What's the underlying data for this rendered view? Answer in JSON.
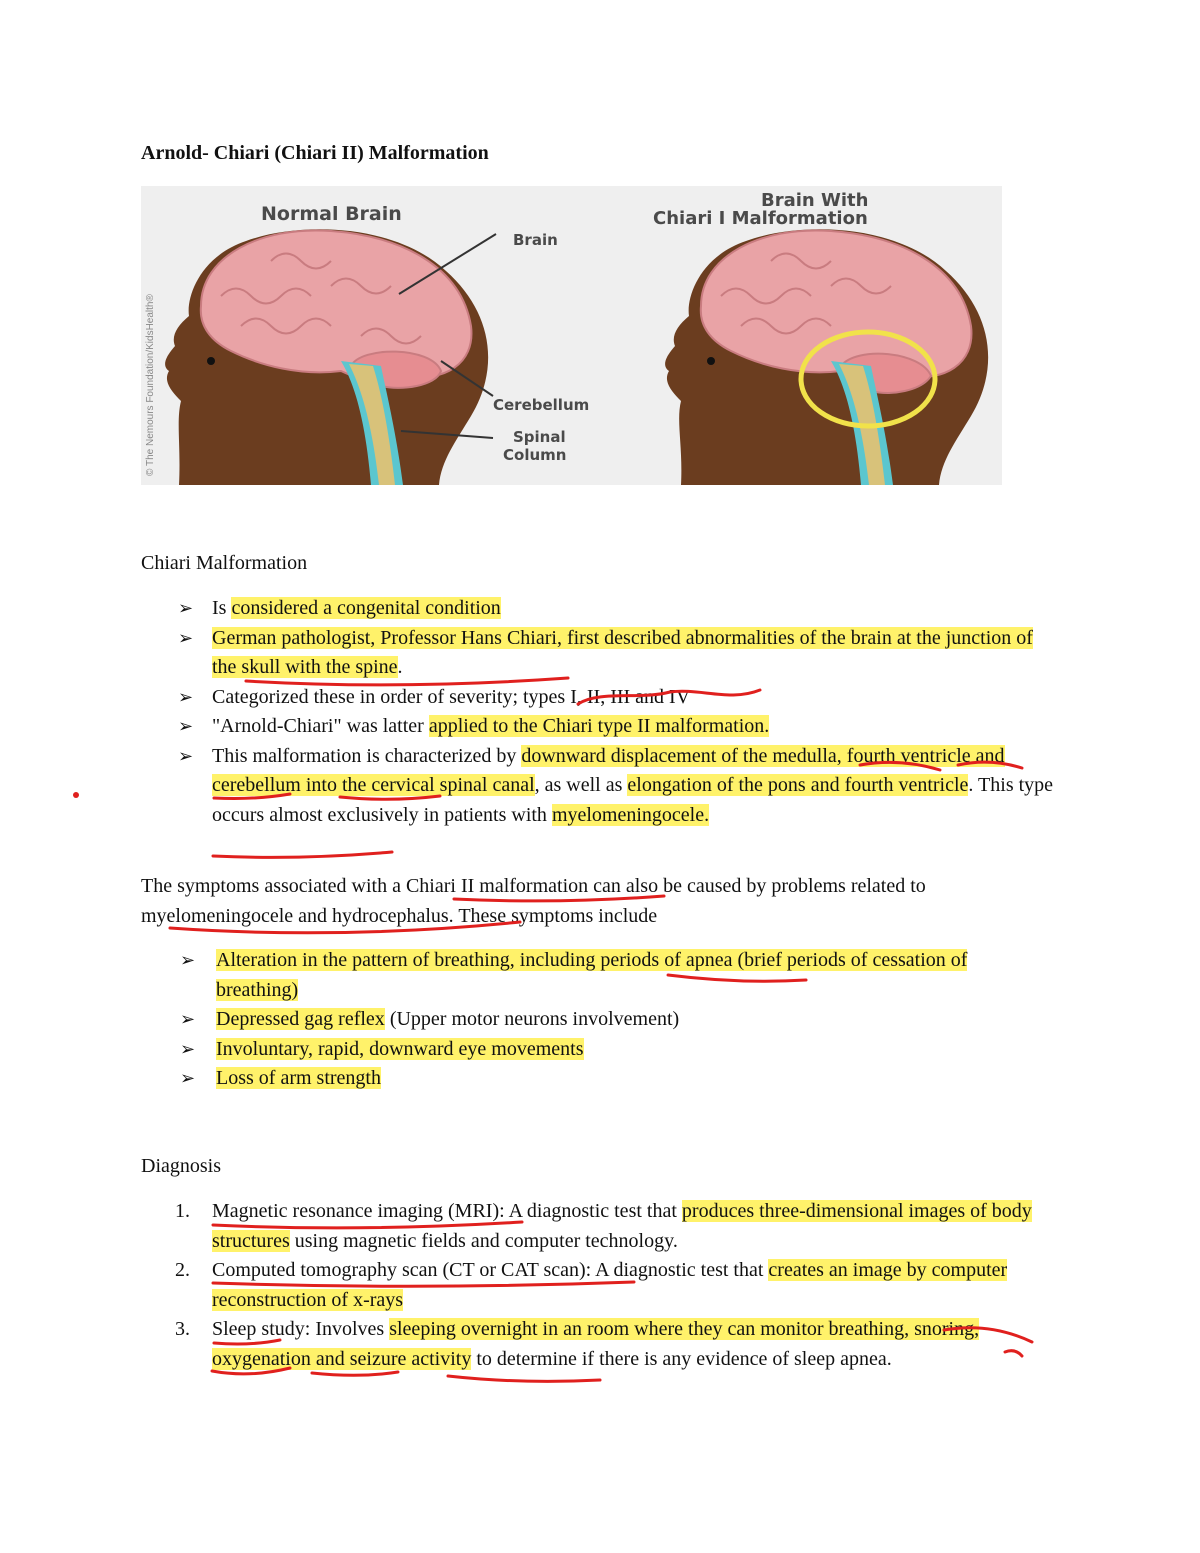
{
  "title": "Arnold- Chiari (Chiari II) Malformation",
  "figure": {
    "left_heading": "Normal Brain",
    "right_heading_line1": "Brain With",
    "right_heading_line2": "Chiari I Malformation",
    "label_brain": "Brain",
    "label_cerebellum": "Cerebellum",
    "label_spinal_1": "Spinal",
    "label_spinal_2": "Column",
    "copyright": "© The Nemours Foundation/KidsHealth®"
  },
  "section1": {
    "heading": "Chiari Malformation",
    "items": [
      {
        "pre": "Is ",
        "hl": "considered a congenital condition",
        "post": ""
      },
      {
        "pre": "",
        "hl": "German pathologist, Professor Hans Chiari, first described abnormalities of the brain at the junction of the skull with the spine",
        "post": "."
      },
      {
        "pre": "Categorized these in order of severity; types I, II, III and IV",
        "hl": "",
        "post": ""
      },
      {
        "pre": "\"Arnold-Chiari\" was latter ",
        "hl": "applied to the Chiari type II malformation.",
        "post": ""
      },
      {
        "p1": "This malformation is characterized by ",
        "h1": "downward displacement of the medulla, fourth ventricle and cerebellum into the cervical spinal canal",
        "p2": ", as well as ",
        "h2": "elongation of the pons and fourth ventricle",
        "p3": ". This type occurs almost exclusively in patients with ",
        "h3": "myelomeningocele."
      }
    ]
  },
  "symptoms_intro": "The symptoms associated with a Chiari II malformation can also be caused by problems related to myelomeningocele and hydrocephalus. These symptoms include",
  "symptoms": [
    {
      "hl": "Alteration in the pattern of breathing, including periods of apnea (brief periods of cessation of breathing)",
      "post": ""
    },
    {
      "hl": "Depressed gag reflex",
      "post": " (Upper motor neurons involvement)"
    },
    {
      "hl": "Involuntary, rapid, downward eye movements",
      "post": ""
    },
    {
      "hl": "Loss of arm strength",
      "post": ""
    }
  ],
  "diagnosis": {
    "heading": "Diagnosis",
    "items": [
      {
        "num": "1.",
        "pre": "Magnetic resonance imaging (MRI): A diagnostic test that ",
        "hl": "produces three-dimensional images of body structures",
        "post": " using magnetic fields and computer technology."
      },
      {
        "num": "2.",
        "pre": "Computed tomography scan (CT or CAT scan): A diagnostic test that ",
        "hl": "creates an image by computer reconstruction of x-rays",
        "post": ""
      },
      {
        "num": "3.",
        "pre": "Sleep study: Involves ",
        "hl": "sleeping overnight in an room where they can monitor breathing, snoring, oxygenation and seizure activity",
        "post": " to determine if there is any evidence of sleep apnea."
      }
    ]
  },
  "colors": {
    "highlight": "#fff26a",
    "ink": "#e0201e",
    "skin": "#6b3d1f",
    "hair": "#8a5a35",
    "brain": "#e9a3a6",
    "spine": "#d8c27a",
    "csf": "#5bc6cf"
  }
}
